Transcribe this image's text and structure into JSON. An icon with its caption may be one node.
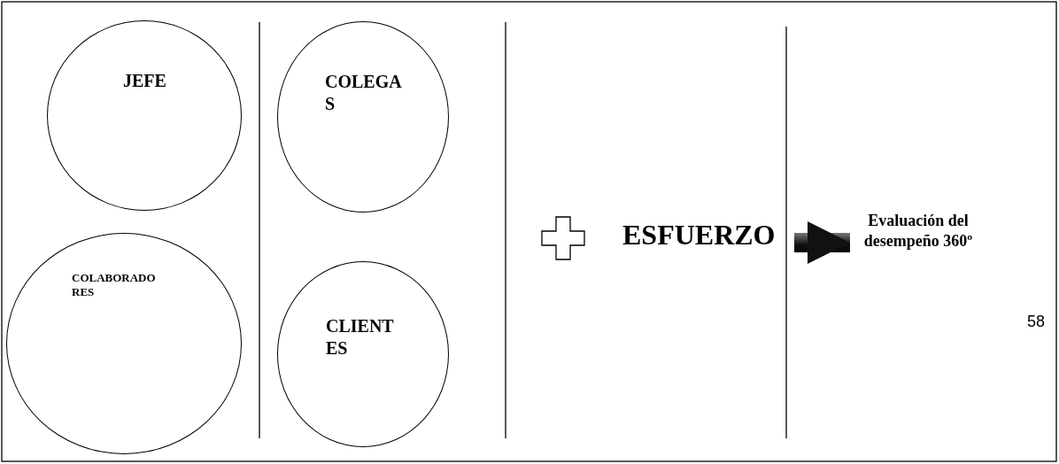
{
  "diagram": {
    "nodes": [
      {
        "text": [
          "JEFE"
        ]
      },
      {
        "text": [
          "COLEGAS"
        ]
      },
      {
        "text": [
          "COLABORADORES"
        ]
      },
      {
        "text": [
          "CLIENTES"
        ]
      },
      {
        "text": [
          "ESFUERZO"
        ]
      },
      {
        "text": [
          "Evaluación del desempeño 360º"
        ]
      }
    ],
    "edges": [
      {
        "from": 4,
        "to": 5,
        "arrow": "to",
        "style": "thick"
      }
    ],
    "labels": [
      "58"
    ]
  }
}
